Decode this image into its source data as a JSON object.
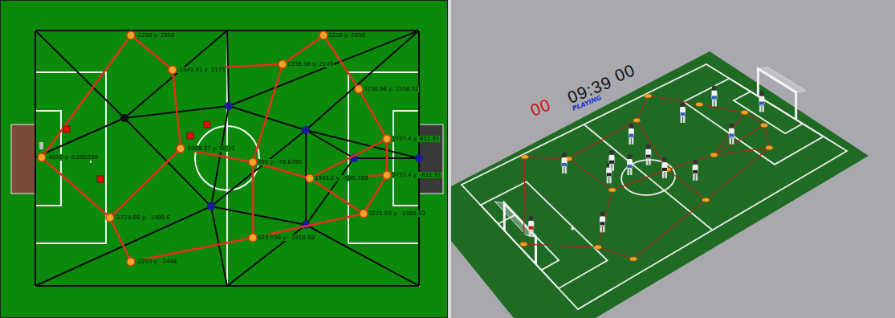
{
  "diagram": {
    "labels": [
      "-2250 y: 2850",
      "-1541.41 y: 2173",
      "2250 y: 2850",
      "1339.38 y: 2149",
      "3130.96 y: 1558.52",
      "-1008.37 y: 50.11",
      "-4050 y: 0.000390",
      "3737.4 y: 611.91",
      "401 y: -78.6785",
      "1943.2 y: -585.789",
      "3737.4 y: -611.91",
      "-2724.66 y: -1400.6",
      "3225.03 y: -1380.63",
      "623.036 y: -1910.59",
      "-2250 y: -2448",
      "00",
      "09:39",
      "00",
      "PLAYING"
    ]
  }
}
